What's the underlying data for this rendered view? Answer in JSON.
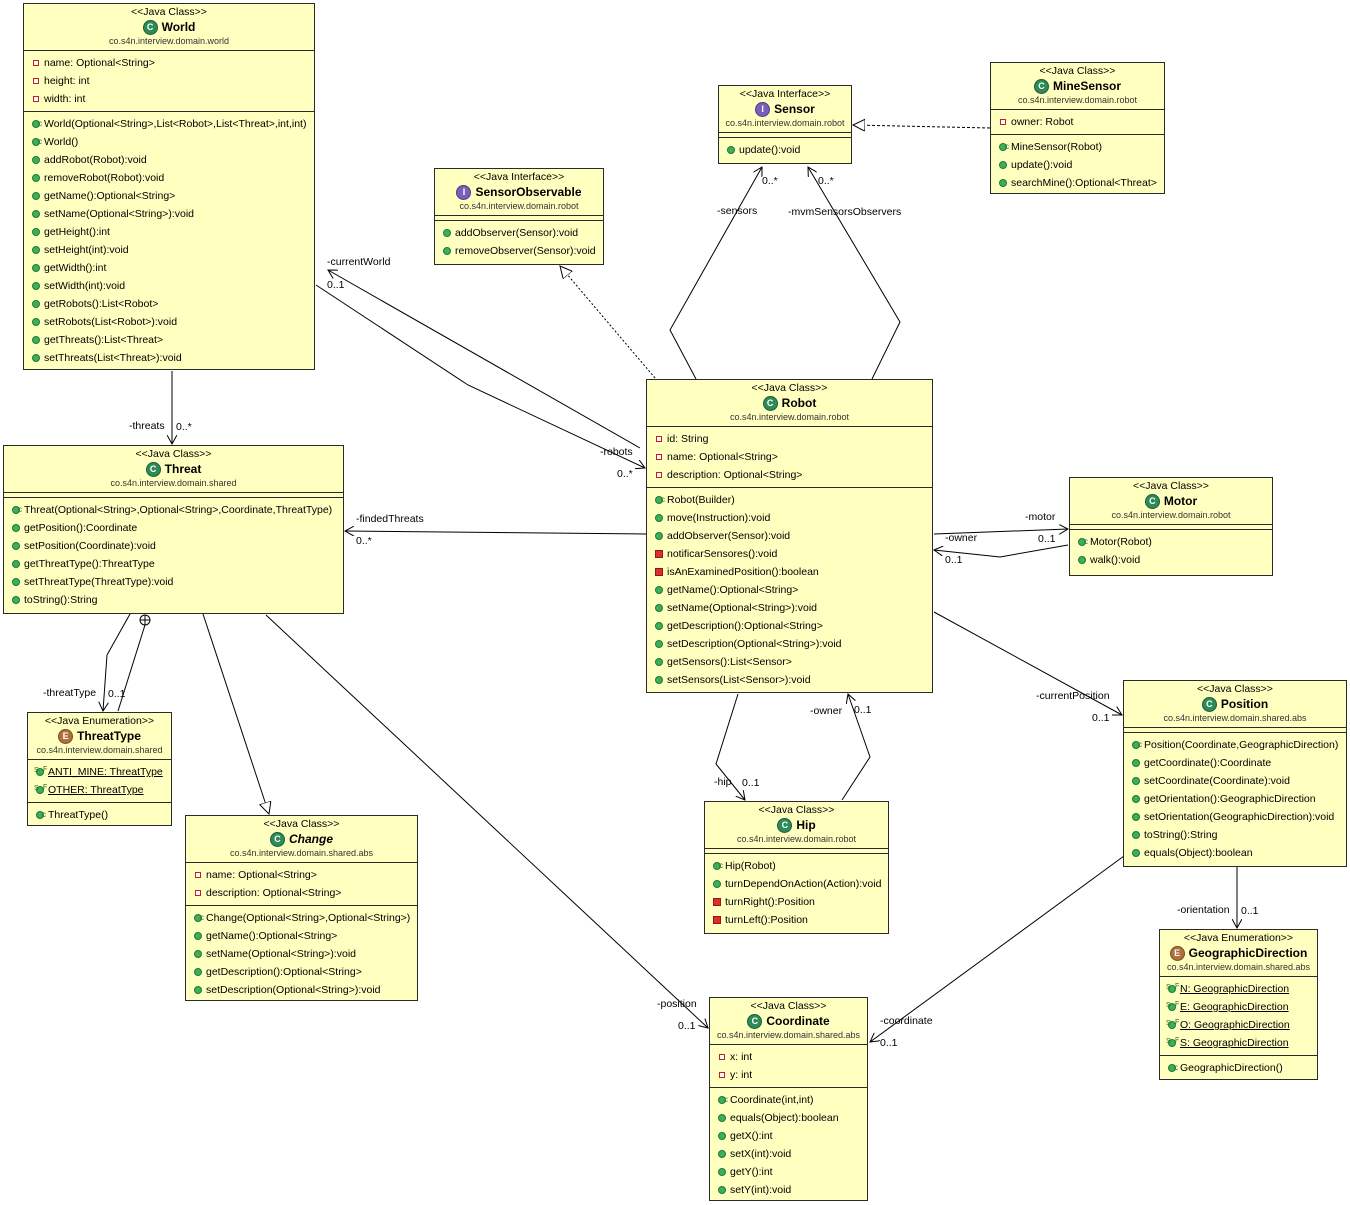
{
  "classes": {
    "world": {
      "stereotype": "<<Java Class>>",
      "badge": "C",
      "name": "World",
      "package": "co.s4n.interview.domain.world",
      "fields": [
        "name: Optional<String>",
        "height: int",
        "width: int"
      ],
      "methods": [
        "World(Optional<String>,List<Robot>,List<Threat>,int,int)",
        "World()",
        "addRobot(Robot):void",
        "removeRobot(Robot):void",
        "getName():Optional<String>",
        "setName(Optional<String>):void",
        "getHeight():int",
        "setHeight(int):void",
        "getWidth():int",
        "setWidth(int):void",
        "getRobots():List<Robot>",
        "setRobots(List<Robot>):void",
        "getThreats():List<Threat>",
        "setThreats(List<Threat>):void"
      ]
    },
    "sensor": {
      "stereotype": "<<Java Interface>>",
      "badge": "I",
      "name": "Sensor",
      "package": "co.s4n.interview.domain.robot",
      "methods": [
        "update():void"
      ]
    },
    "minesensor": {
      "stereotype": "<<Java Class>>",
      "badge": "C",
      "name": "MineSensor",
      "package": "co.s4n.interview.domain.robot",
      "fields": [
        "owner: Robot"
      ],
      "methods": [
        "MineSensor(Robot)",
        "update():void",
        "searchMine():Optional<Threat>"
      ]
    },
    "sensorobservable": {
      "stereotype": "<<Java Interface>>",
      "badge": "I",
      "name": "SensorObservable",
      "package": "co.s4n.interview.domain.robot",
      "methods": [
        "addObserver(Sensor):void",
        "removeObserver(Sensor):void"
      ]
    },
    "robot": {
      "stereotype": "<<Java Class>>",
      "badge": "C",
      "name": "Robot",
      "package": "co.s4n.interview.domain.robot",
      "fields": [
        "id: String",
        "name: Optional<String>",
        "description: Optional<String>"
      ],
      "methods": [
        "Robot(Builder)",
        "move(Instruction):void",
        "addObserver(Sensor):void",
        "notificarSensores():void",
        "isAnExaminedPosition():boolean",
        "getName():Optional<String>",
        "setName(Optional<String>):void",
        "getDescription():Optional<String>",
        "setDescription(Optional<String>):void",
        "getSensors():List<Sensor>",
        "setSensors(List<Sensor>):void"
      ]
    },
    "threat": {
      "stereotype": "<<Java Class>>",
      "badge": "C",
      "name": "Threat",
      "package": "co.s4n.interview.domain.shared",
      "methods": [
        "Threat(Optional<String>,Optional<String>,Coordinate,ThreatType)",
        "getPosition():Coordinate",
        "setPosition(Coordinate):void",
        "getThreatType():ThreatType",
        "setThreatType(ThreatType):void",
        "toString():String"
      ]
    },
    "motor": {
      "stereotype": "<<Java Class>>",
      "badge": "C",
      "name": "Motor",
      "package": "co.s4n.interview.domain.robot",
      "methods": [
        "Motor(Robot)",
        "walk():void"
      ]
    },
    "threattype": {
      "stereotype": "<<Java Enumeration>>",
      "badge": "E",
      "name": "ThreatType",
      "package": "co.s4n.interview.domain.shared",
      "constants": [
        "ANTI_MINE: ThreatType",
        "OTHER: ThreatType"
      ],
      "methods": [
        "ThreatType()"
      ]
    },
    "change": {
      "stereotype": "<<Java Class>>",
      "badge": "C",
      "name": "Change",
      "package": "co.s4n.interview.domain.shared.abs",
      "fields": [
        "name: Optional<String>",
        "description: Optional<String>"
      ],
      "methods": [
        "Change(Optional<String>,Optional<String>)",
        "getName():Optional<String>",
        "setName(Optional<String>):void",
        "getDescription():Optional<String>",
        "setDescription(Optional<String>):void"
      ]
    },
    "hip": {
      "stereotype": "<<Java Class>>",
      "badge": "C",
      "name": "Hip",
      "package": "co.s4n.interview.domain.robot",
      "methods": [
        "Hip(Robot)",
        "turnDependOnAction(Action):void",
        "turnRight():Position",
        "turnLeft():Position"
      ]
    },
    "position": {
      "stereotype": "<<Java Class>>",
      "badge": "C",
      "name": "Position",
      "package": "co.s4n.interview.domain.shared.abs",
      "methods": [
        "Position(Coordinate,GeographicDirection)",
        "getCoordinate():Coordinate",
        "setCoordinate(Coordinate):void",
        "getOrientation():GeographicDirection",
        "setOrientation(GeographicDirection):void",
        "toString():String",
        "equals(Object):boolean"
      ]
    },
    "geographicdirection": {
      "stereotype": "<<Java Enumeration>>",
      "badge": "E",
      "name": "GeographicDirection",
      "package": "co.s4n.interview.domain.shared.abs",
      "constants": [
        "N: GeographicDirection",
        "E: GeographicDirection",
        "O: GeographicDirection",
        "S: GeographicDirection"
      ],
      "methods": [
        "GeographicDirection()"
      ]
    },
    "coordinate": {
      "stereotype": "<<Java Class>>",
      "badge": "C",
      "name": "Coordinate",
      "package": "co.s4n.interview.domain.shared.abs",
      "fields": [
        "x: int",
        "y: int"
      ],
      "methods": [
        "Coordinate(int,int)",
        "equals(Object):boolean",
        "getX():int",
        "setX(int):void",
        "getY():int",
        "setY(int):void"
      ]
    }
  },
  "labels": {
    "current_world": "-currentWorld",
    "current_world_mult": "0..1",
    "robots": "-robots",
    "robots_mult": "0..*",
    "threats": "-threats",
    "threats_mult": "0..*",
    "sensors": "-sensors",
    "sensors_mult": "0..*",
    "mvm_sensors_observers": "-mvmSensorsObservers",
    "mvm_mult": "0..*",
    "finded_threats": "-findedThreats",
    "finded_threats_mult": "0..*",
    "motor": "-motor",
    "motor_mult": "0..1",
    "motor_owner": "-owner",
    "motor_owner_mult": "0..1",
    "current_position": "-currentPosition",
    "current_position_mult": "0..1",
    "hip_owner": "-owner",
    "hip_owner_mult": "0..1",
    "hip": "-hip",
    "hip_mult": "0..1",
    "threat_type": "-threatType",
    "threat_type_mult": "0..1",
    "orientation": "-orientation",
    "orientation_mult": "0..1",
    "threat_position": "-position",
    "threat_position_mult": "0..1",
    "coordinate": "-coordinate",
    "coordinate_mult": "0..1"
  }
}
